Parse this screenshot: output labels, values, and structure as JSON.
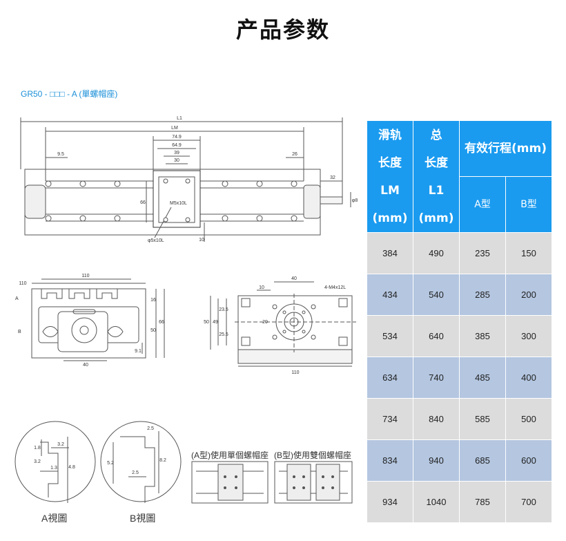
{
  "title": "产品参数",
  "model_label": "GR50 - □□□ - A (單螺帽座)",
  "drawing": {
    "top_dims": [
      "L1",
      "LM",
      "74.9",
      "64.9",
      "39",
      "30",
      "9.5",
      "26",
      "32",
      "φ8",
      "66",
      "M5x10L",
      "φ5x10L",
      "10"
    ],
    "section_dims": [
      "110",
      "110",
      "16",
      "50",
      "66",
      "9.1",
      "40",
      "A",
      "B"
    ],
    "end_dims": [
      "10",
      "40",
      "4-M4x12L",
      "50",
      "49",
      "23.5",
      "25.5",
      "20",
      "110"
    ],
    "viewA_dims": [
      "1.8",
      "3.2",
      "3.2",
      "1.3",
      "4.8"
    ],
    "viewB_dims": [
      "2.5",
      "5.2",
      "2.5",
      "8.2"
    ],
    "viewA_caption": "A視圖",
    "viewB_caption": "B視圖",
    "usageA_caption": "(A型)使用單個螺帽座",
    "usageB_caption": "(B型)使用雙個螺帽座"
  },
  "table": {
    "headers": {
      "lm": [
        "滑轨",
        "长度",
        "LM",
        "(mm)"
      ],
      "l1": [
        "总",
        "长度",
        "L1",
        "(mm)"
      ],
      "stroke": "有效行程(mm)",
      "a_type": "A型",
      "b_type": "B型"
    },
    "rows": [
      {
        "lm": "384",
        "l1": "490",
        "a": "235",
        "b": "150"
      },
      {
        "lm": "434",
        "l1": "540",
        "a": "285",
        "b": "200"
      },
      {
        "lm": "534",
        "l1": "640",
        "a": "385",
        "b": "300"
      },
      {
        "lm": "634",
        "l1": "740",
        "a": "485",
        "b": "400"
      },
      {
        "lm": "734",
        "l1": "840",
        "a": "585",
        "b": "500"
      },
      {
        "lm": "834",
        "l1": "940",
        "a": "685",
        "b": "600"
      },
      {
        "lm": "934",
        "l1": "1040",
        "a": "785",
        "b": "700"
      }
    ]
  }
}
